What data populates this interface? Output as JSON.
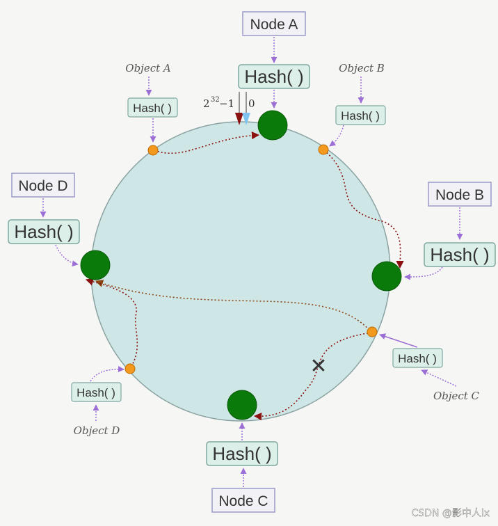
{
  "nodes": [
    {
      "id": "a",
      "label": "Node A",
      "hash_label": "Hash( )"
    },
    {
      "id": "b",
      "label": "Node B",
      "hash_label": "Hash( )"
    },
    {
      "id": "c",
      "label": "Node C",
      "hash_label": "Hash( )"
    },
    {
      "id": "d",
      "label": "Node D",
      "hash_label": "Hash( )"
    }
  ],
  "objects": [
    {
      "id": "a",
      "label": "Object A",
      "hash_label": "Hash( )"
    },
    {
      "id": "b",
      "label": "Object B",
      "hash_label": "Hash( )"
    },
    {
      "id": "c",
      "label": "Object C",
      "hash_label": "Hash( )"
    },
    {
      "id": "d",
      "label": "Object D",
      "hash_label": "Hash( )"
    }
  ],
  "ring": {
    "max_label_base": "2",
    "max_label_exp": "32",
    "max_label_tail": "−1",
    "zero_label": "0"
  },
  "removed_marker": "✕",
  "watermark": "CSDN @影中人lx",
  "colors": {
    "ring_fill": "#cfe6e6",
    "node_green": "#0a7a0a",
    "object_orange": "#f39a1e",
    "hash_box_fill": "#dcefe9",
    "hash_box_border": "#7fa8a0",
    "node_box_fill": "#f2f2f6",
    "node_box_border": "#9a9ac8",
    "arrow_purple": "#9c6fd6",
    "path_dark_red": "#8b1010",
    "path_brown": "#8b4513",
    "zero_marker_blue": "#7fc4f0"
  }
}
